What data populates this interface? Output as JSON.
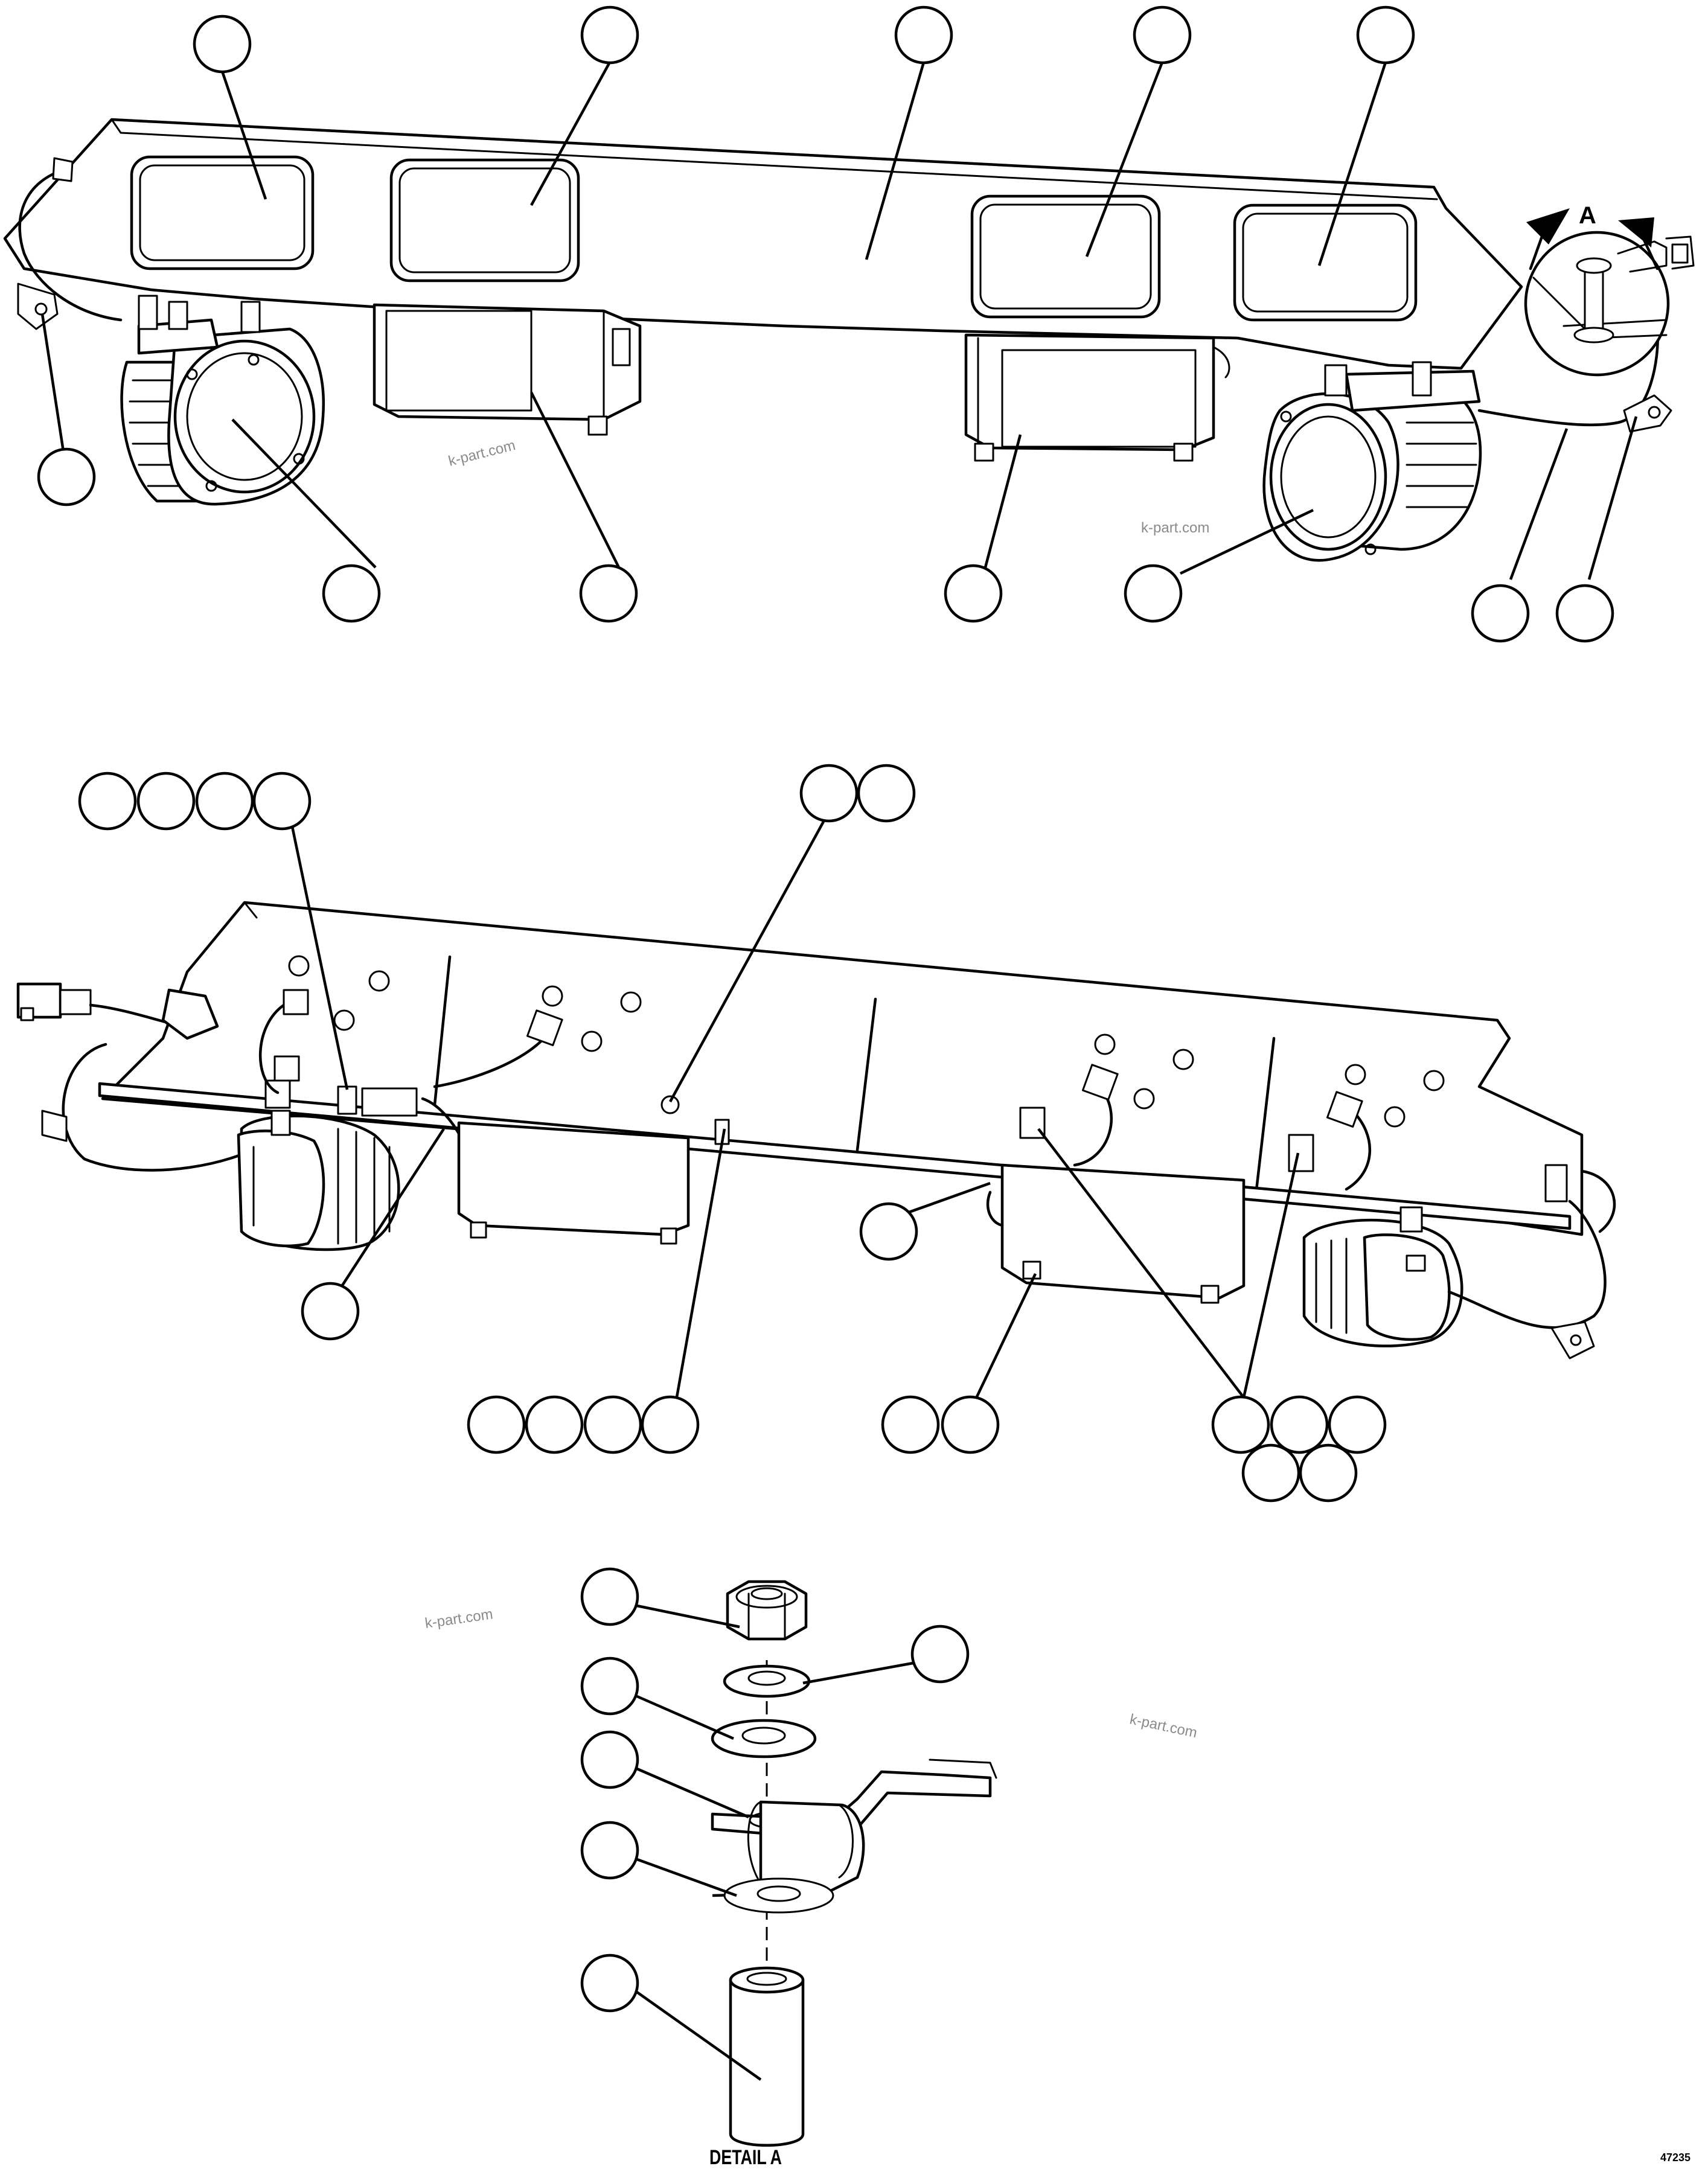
{
  "watermark": "k-part.com",
  "detail_marker_label": "A",
  "detail_caption": "DETAIL A",
  "figure_number": "47235"
}
